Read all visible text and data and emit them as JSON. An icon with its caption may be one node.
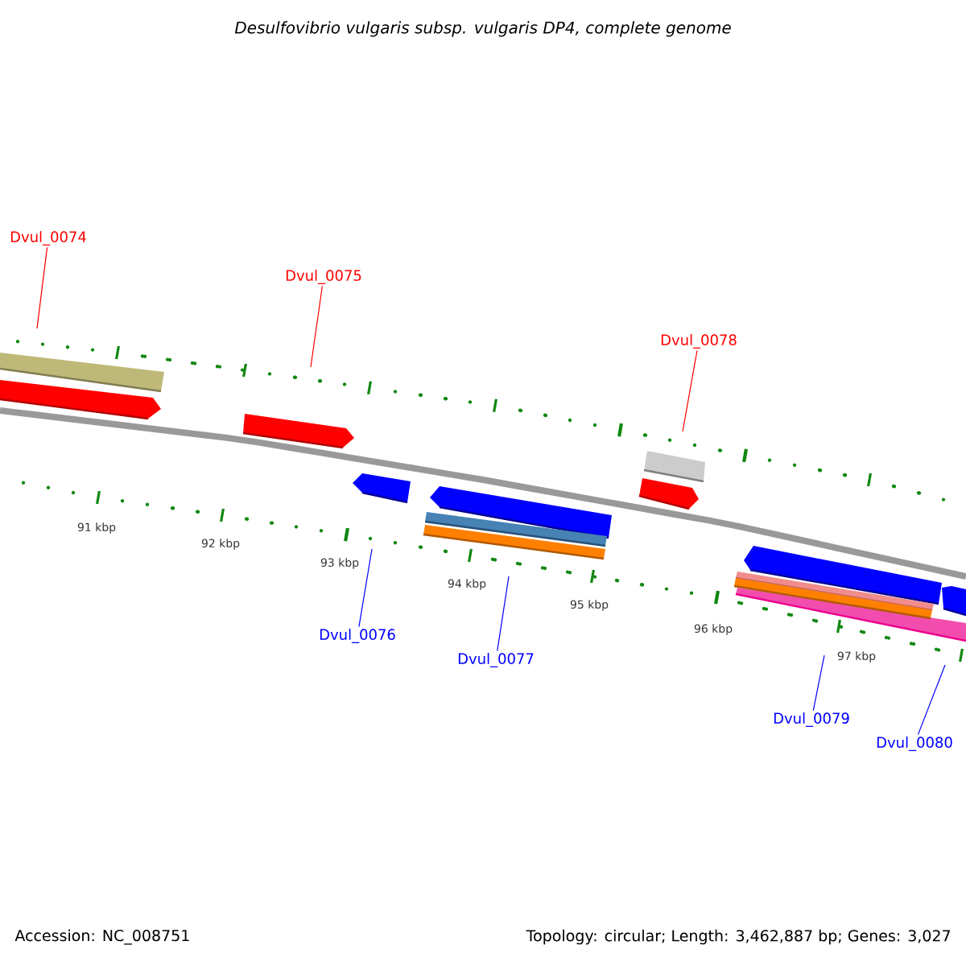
{
  "diagram": {
    "title": "Desulfovibrio vulgaris subsp. vulgaris DP4, complete genome",
    "nodes": [
      {
        "text": [
          "Dvul_0074"
        ]
      },
      {
        "text": [
          "Dvul_0075"
        ]
      },
      {
        "text": [
          "Dvul_0078"
        ]
      },
      {
        "text": [
          "Dvul_0076"
        ]
      },
      {
        "text": [
          "Dvul_0077"
        ]
      },
      {
        "text": [
          "Dvul_0079"
        ]
      },
      {
        "text": [
          "Dvul_0080"
        ]
      }
    ],
    "edges": [
      {
        "from": 0,
        "to": null,
        "arrow": "none",
        "color": "#ff0000"
      },
      {
        "from": 1,
        "to": null,
        "arrow": "none",
        "color": "#ff0000"
      },
      {
        "from": 2,
        "to": null,
        "arrow": "none",
        "color": "#ff0000"
      },
      {
        "from": 3,
        "to": null,
        "arrow": "none"
      },
      {
        "from": 4,
        "to": null,
        "arrow": "none"
      },
      {
        "from": 5,
        "to": null,
        "arrow": "none"
      },
      {
        "from": 6,
        "to": null,
        "arrow": "none"
      }
    ],
    "labels": [
      "91 kbp",
      "92 kbp",
      "93 kbp",
      "94 kbp",
      "95 kbp",
      "96 kbp",
      "97 kbp",
      "Accession: NC_008751",
      "Topology: circular; Length: 3,462,887 bp; Genes: 3,027"
    ]
  }
}
